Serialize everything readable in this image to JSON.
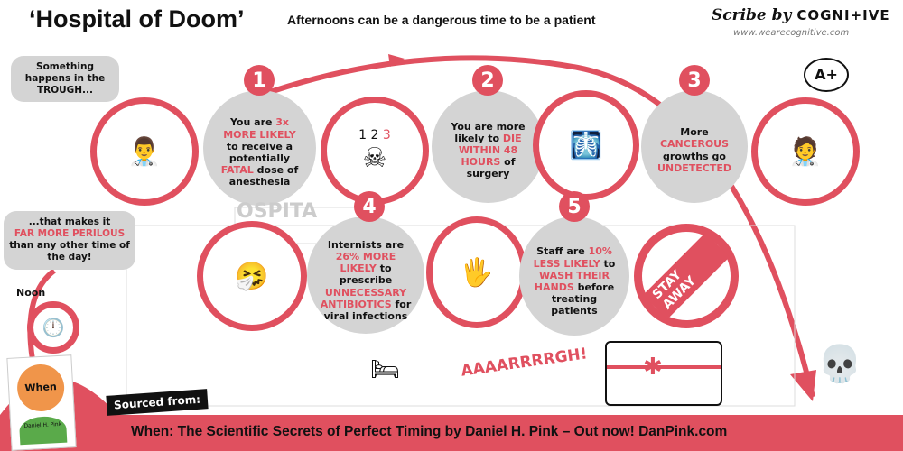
{
  "header": {
    "title": "‘Hospital of Doom’",
    "subtitle": "Afternoons can be a dangerous time to be a patient",
    "brand_script": "Scribe by",
    "brand_name": "COGNI+IVE",
    "brand_url": "www.wearecognitive.com"
  },
  "bubbles": {
    "top": "Something happens in the TROUGH...",
    "bottom_pre": "...that makes it",
    "bottom_red": "FAR MORE PERILOUS",
    "bottom_post": "than any other time of the day!"
  },
  "noon": "Noon",
  "steps": [
    {
      "number": "1",
      "t1": "You are ",
      "r1": "3x MORE LIKELY",
      "t2": " to receive a potentially ",
      "r2": "FATAL",
      "t3": " dose of anesthesia"
    },
    {
      "number": "2",
      "t1": "You are more likely to ",
      "r1": "DIE WITHIN 48 HOURS",
      "t2": " of surgery",
      "r2": "",
      "t3": ""
    },
    {
      "number": "3",
      "t1": "More ",
      "r1": "CANCEROUS",
      "t2": " growths go ",
      "r2": "UNDETECTED",
      "t3": ""
    },
    {
      "number": "4",
      "t1": "Internists are ",
      "r1": "26% MORE LIKELY",
      "t2": " to prescribe ",
      "r2": "UNNECESSARY ANTIBIOTICS",
      "t3": " for viral infections"
    },
    {
      "number": "5",
      "t1": "Staff are ",
      "r1": "10% LESS LIKELY",
      "t2": " to ",
      "r2": "WASH THEIR HANDS",
      "t3": " before treating patients"
    }
  ],
  "illustrations": {
    "syringes": [
      "1",
      "2",
      "3"
    ],
    "grade": "A+",
    "stay_away": "STAY AWAY",
    "scream": "AAAARRRRGH!",
    "hospital_sign": "OSPITA"
  },
  "book": {
    "title": "When",
    "author": "Daniel H. Pink"
  },
  "footer": {
    "label": "Sourced from:",
    "text": "When: The Scientific Secrets of Perfect Timing by Daniel H. Pink – Out now! DanPink.com"
  },
  "colors": {
    "accent": "#e0505f",
    "gray": "#d4d4d4"
  }
}
